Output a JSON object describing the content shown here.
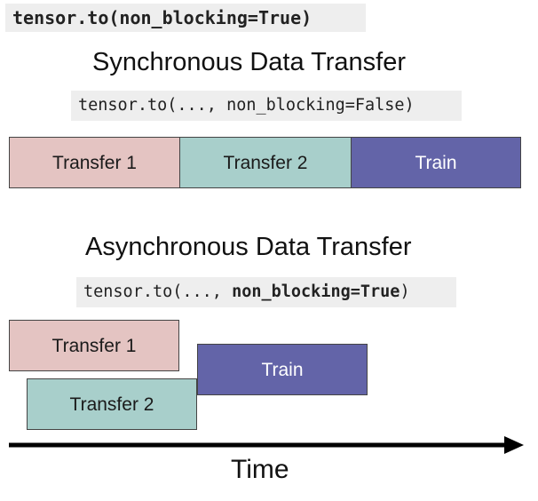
{
  "header_code": {
    "text": "tensor.to(non_blocking=True)"
  },
  "synchronous": {
    "title": "Synchronous Data Transfer",
    "code": "tensor.to(..., non_blocking=False)",
    "blocks": {
      "transfer1": "Transfer 1",
      "transfer2": "Transfer 2",
      "train": "Train"
    }
  },
  "asynchronous": {
    "title": "Asynchronous Data Transfer",
    "code_prefix": "tensor.to(..., ",
    "code_bold": "non_blocking=True",
    "code_suffix": ")",
    "blocks": {
      "transfer1": "Transfer 1",
      "transfer2": "Transfer 2",
      "train": "Train"
    }
  },
  "axis": {
    "label": "Time"
  },
  "colors": {
    "transfer1": "#e4c4c2",
    "transfer2": "#a8cfcb",
    "train": "#6364a8",
    "code_background": "#eeeeee"
  }
}
